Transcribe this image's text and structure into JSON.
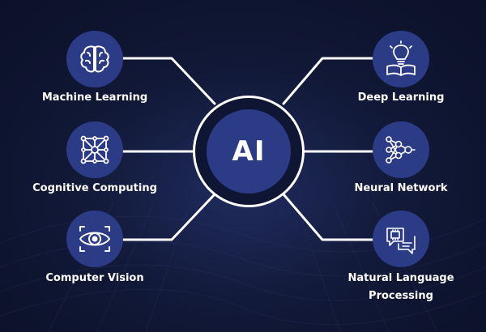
{
  "center": {
    "label": "AI"
  },
  "nodes": [
    {
      "label": "Machine Learning",
      "icon": "brain-icon"
    },
    {
      "label": "Cognitive Computing",
      "icon": "network-square-icon"
    },
    {
      "label": "Computer Vision",
      "icon": "eye-icon"
    },
    {
      "label": "Deep Learning",
      "icon": "lightbulb-book-icon"
    },
    {
      "label": "Neural Network",
      "icon": "neural-network-icon"
    },
    {
      "label": "Natural Language",
      "label_line2": "Processing",
      "icon": "chip-chat-icon"
    }
  ],
  "colors": {
    "background": "#111836",
    "accent": "#2b3b86",
    "line": "#ffffff",
    "text": "#ffffff"
  }
}
